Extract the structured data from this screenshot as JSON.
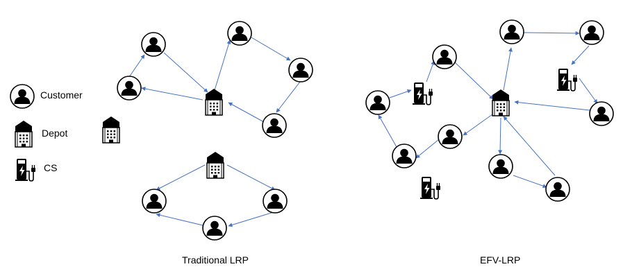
{
  "legend": {
    "customer_label": "Customer",
    "depot_label": "Depot",
    "cs_label": "CS"
  },
  "captions": {
    "left": "Traditional LRP",
    "right": "EFV-LRP"
  },
  "colors": {
    "edge": "#4472C4",
    "icon": "#000000",
    "background": "#FFFFFF"
  },
  "icons": [
    "customer-icon",
    "depot-icon",
    "charging-station-icon"
  ]
}
